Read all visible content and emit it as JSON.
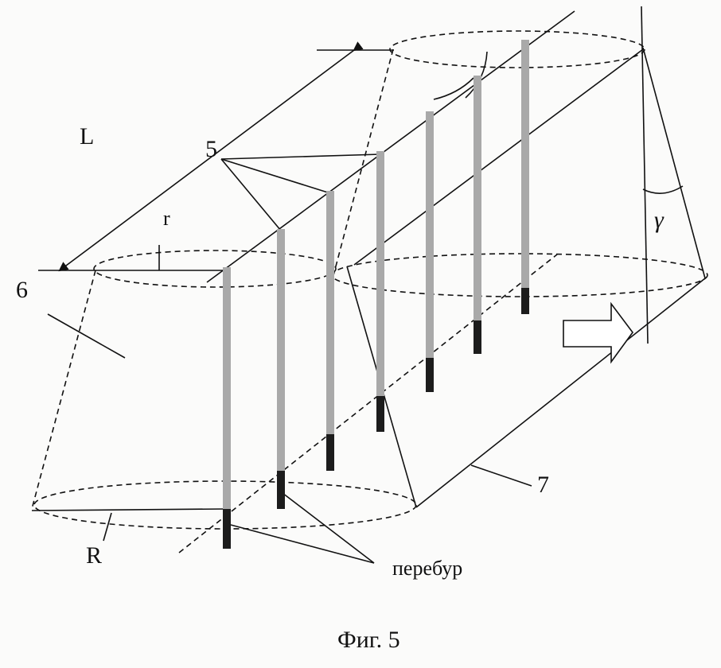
{
  "labels": {
    "L": "L",
    "r": "r",
    "five": "5",
    "six": "6",
    "seven": "7",
    "R": "R",
    "gamma": "γ",
    "overdrill": "перебур"
  },
  "caption": "Фиг. 5",
  "colors": {
    "line": "#111111",
    "borehole_charge": "#a9a9a9",
    "overdrill": "#1c1c1c"
  }
}
